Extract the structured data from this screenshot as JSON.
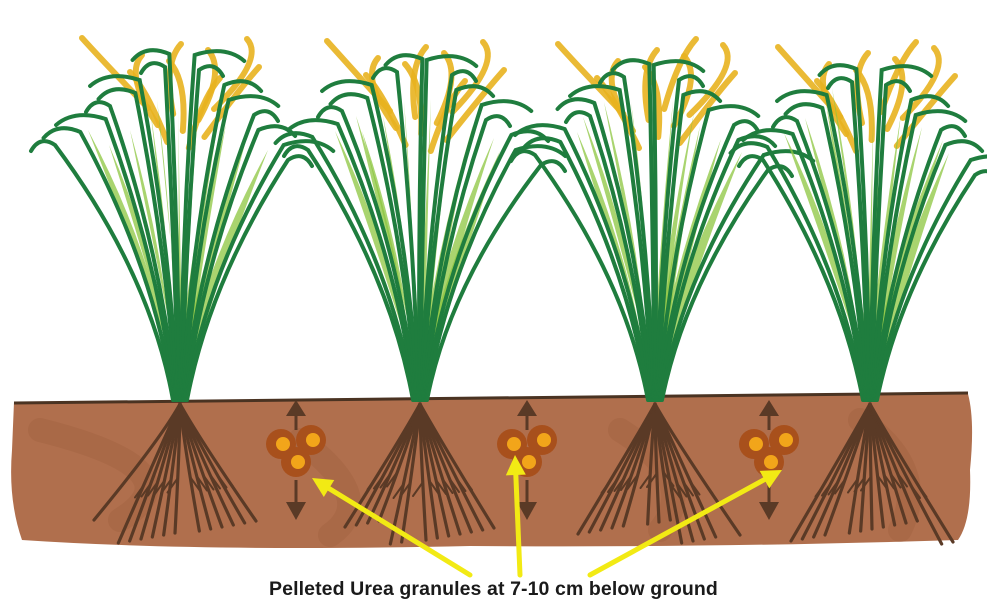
{
  "caption": "Pelleted Urea granules at 7-10 cm below ground",
  "colors": {
    "soil": "#a9633e",
    "soil_dark": "#8c4d2c",
    "ground_line": "#4a3322",
    "root": "#5a3a26",
    "leaf_dark": "#1f7d3e",
    "leaf_light": "#8cc63f",
    "panicle": "#e8b21f",
    "granule_outer": "#a8501c",
    "granule_inner": "#f2a51a",
    "arrow": "#f2ea14",
    "depth_arrow": "#5a3a26"
  },
  "diagram": {
    "plants": 4,
    "granule_clusters": 3,
    "granules_per_cluster": 3
  }
}
